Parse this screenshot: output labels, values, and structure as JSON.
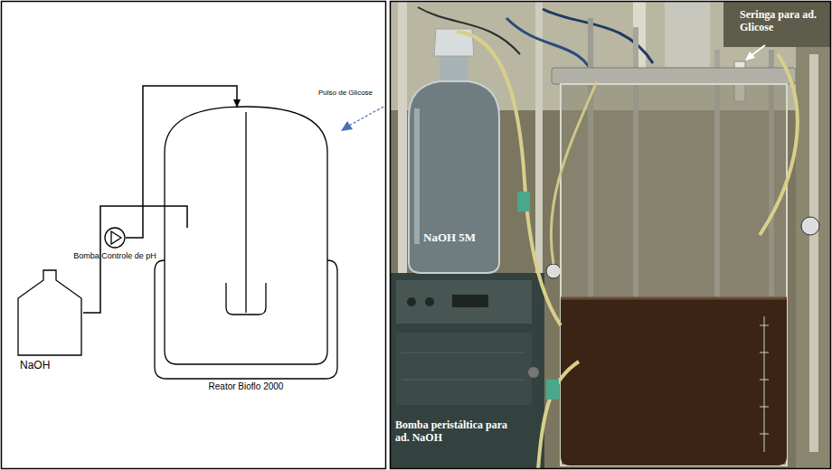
{
  "diagram": {
    "nodes": [
      {
        "text": [
          "NaOH"
        ]
      },
      {
        "text": [
          "Bomba Controle de pH"
        ]
      },
      {
        "text": [
          "Reator Bioflo 2000"
        ]
      }
    ],
    "edges": [
      {
        "from": 0,
        "to": 1,
        "arrow": "none"
      },
      {
        "from": 1,
        "to": 2,
        "arrow": "to"
      }
    ],
    "labels": [
      "Pulso de Glicose",
      "NaOH 5M",
      "Seringa para ad. Glicose",
      "Bomba peristáltica para ad. NaOH"
    ]
  }
}
